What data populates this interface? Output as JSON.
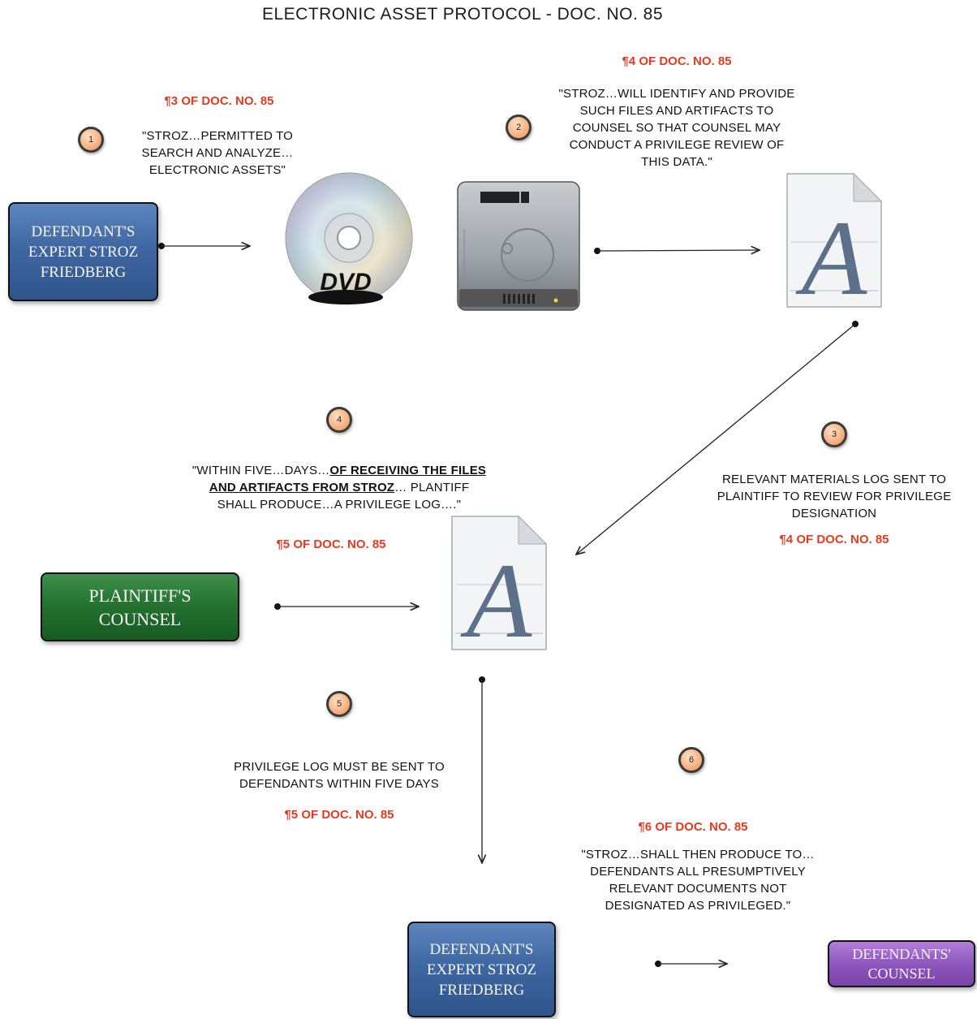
{
  "title": "ELECTRONIC ASSET PROTOCOL - DOC. NO. 85",
  "steps": [
    {
      "number": "1",
      "ref": "¶3 OF DOC. NO. 85",
      "text": "\"STROZ…PERMITTED TO SEARCH AND ANALYZE… ELECTRONIC ASSETS\""
    },
    {
      "number": "2",
      "ref": "¶4 OF DOC. NO. 85",
      "text": "\"STROZ…WILL IDENTIFY AND PROVIDE SUCH FILES AND ARTIFACTS TO COUNSEL SO THAT COUNSEL MAY CONDUCT A PRIVILEGE REVIEW OF THIS DATA.\""
    },
    {
      "number": "3",
      "ref": "¶4 OF DOC. NO. 85",
      "text": "RELEVANT MATERIALS LOG SENT TO PLAINTIFF TO REVIEW FOR PRIVILEGE DESIGNATION"
    },
    {
      "number": "4",
      "ref": "¶5 OF DOC. NO. 85",
      "text_pre": "\"WITHIN FIVE…DAYS…",
      "text_bold": "OF RECEIVING THE FILES AND ARTIFACTS FROM STROZ",
      "text_post": "… PLANTIFF SHALL PRODUCE…A PRIVILEGE LOG….\""
    },
    {
      "number": "5",
      "ref": "¶5 OF DOC. NO. 85",
      "text": "PRIVILEGE LOG MUST BE SENT TO DEFENDANTS WITHIN FIVE DAYS"
    },
    {
      "number": "6",
      "ref": "¶6 OF DOC. NO. 85",
      "text": "\"STROZ…SHALL THEN PRODUCE TO…DEFENDANTS ALL PRESUMPTIVELY RELEVANT DOCUMENTS NOT DESIGNATED AS PRIVILEGED.\""
    }
  ],
  "boxes": {
    "expert_top": {
      "line1": "DEFENDANT'S",
      "line2": "EXPERT STROZ",
      "line3": "FRIEDBERG"
    },
    "plaintiff": {
      "line1": "PLAINTIFF'S",
      "line2": "COUNSEL"
    },
    "expert_bottom": {
      "line1": "DEFENDANT'S",
      "line2": "EXPERT STROZ",
      "line3": "FRIEDBERG"
    },
    "defendants": {
      "line1": "DEFENDANTS'",
      "line2": "COUNSEL"
    }
  },
  "icons": {
    "dvd": "dvd-disc-icon",
    "drive": "hard-drive-icon",
    "document": "font-document-icon"
  },
  "dvd_label": "DVD",
  "document_glyph": "A",
  "colors": {
    "ref_red": "#e8391f",
    "box_blue": "#3f67a1",
    "box_green": "#23702f",
    "box_purple": "#8e56be",
    "badge_orange": "#f7b487"
  }
}
